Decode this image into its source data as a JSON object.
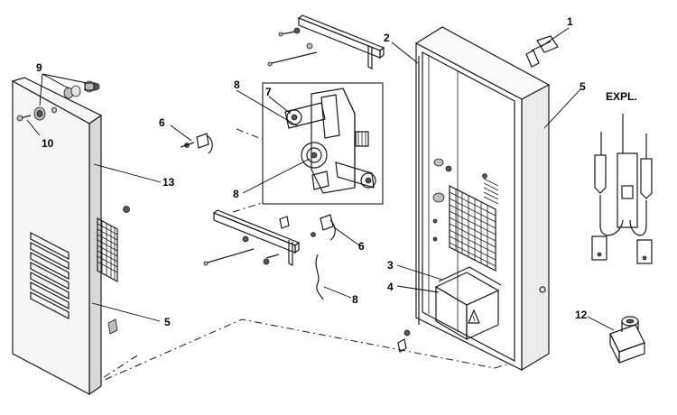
{
  "callouts": {
    "c1": "1",
    "c2": "2",
    "c3": "3",
    "c4": "4",
    "c5a": "5",
    "c5b": "5",
    "c6a": "6",
    "c6b": "6",
    "c7": "7",
    "c8a": "8",
    "c8b": "8",
    "c8c": "8",
    "c9": "9",
    "c10": "10",
    "c12": "12",
    "c13": "13",
    "expl": "EXPL."
  }
}
